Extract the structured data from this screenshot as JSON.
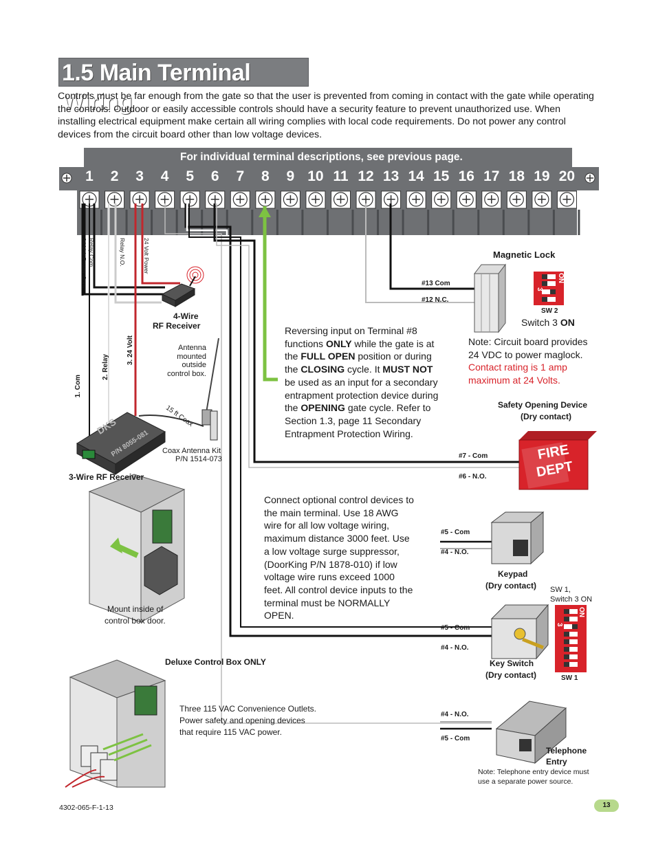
{
  "title": "1.5 Main Terminal Wiring",
  "intro": "Controls must be far enough from the gate so that the user is prevented from coming in contact with the gate while operating the controls. Outdoor or easily accessible controls should have a security feature to prevent unauthorized use. When installing electrical equipment make certain all wiring complies with local code requirements. Do not power any control devices from the circuit board other than low voltage devices.",
  "banner": "For individual terminal descriptions, see previous page.",
  "terminals": [
    "1",
    "2",
    "3",
    "4",
    "5",
    "6",
    "7",
    "8",
    "9",
    "10",
    "11",
    "12",
    "13",
    "14",
    "15",
    "16",
    "17",
    "18",
    "19",
    "20"
  ],
  "wire_labels": {
    "relay_com": "Relay Com",
    "power_com": "24 Volt Power Com",
    "relay_no": "Relay N.O.",
    "volt_power": "24 Volt Power"
  },
  "rf4": {
    "line1": "4-Wire",
    "line2": "RF Receiver"
  },
  "rf3": {
    "title": "3-Wire RF Receiver",
    "com": "1. Com",
    "relay": "2. Relay",
    "volt": "3. 24 Volt",
    "antenna": "Antenna mounted outside control box.",
    "coax": "15 ft Coax",
    "coax_kit1": "Coax Antenna Kit",
    "coax_kit2": "P/N 1514-073",
    "pn": "P/N 8055-081",
    "logo": "DKS",
    "mount1": "Mount inside of",
    "mount2": "control box door."
  },
  "reversing": [
    {
      "t": "Reversing input on Terminal #8 functions ",
      "b": false
    },
    {
      "t": "ONLY",
      "b": true
    },
    {
      "t": " while the gate is at the ",
      "b": false
    },
    {
      "t": "FULL OPEN",
      "b": true
    },
    {
      "t": " position or during the ",
      "b": false
    },
    {
      "t": "CLOSING",
      "b": true
    },
    {
      "t": " cycle. It ",
      "b": false
    },
    {
      "t": "MUST NOT",
      "b": true
    },
    {
      "t": " be used as an input for a secondary entrapment protection device during the ",
      "b": false
    },
    {
      "t": "OPENING",
      "b": true
    },
    {
      "t": " gate cycle. Refer to Section 1.3, page 11 Secondary Entrapment Protection Wiring.",
      "b": false
    }
  ],
  "maglock": {
    "title": "Magnetic Lock",
    "com": "#13 Com",
    "nc": "#12 N.C.",
    "sw": "SW 2",
    "switch_pre": "Switch 3 ",
    "switch_on": "ON",
    "note": "Note: Circuit board provides 24 VDC to power maglock.",
    "note_red": "Contact rating is 1 amp maximum at 24 Volts.",
    "on": "ON",
    "three": "3"
  },
  "safety": {
    "title1": "Safety Opening Device",
    "title2": "(Dry contact)",
    "com": "#7 - Com",
    "no": "#6 - N.O.",
    "fire1": "FIRE",
    "fire2": "DEPT"
  },
  "optional": "Connect optional control devices to the main terminal. Use 18 AWG wire for all low voltage wiring, maximum distance 3000 feet. Use a low voltage surge suppressor, (DoorKing P/N 1878-010) if low voltage wire runs exceed 1000 feet. All control device inputs to the terminal must be NORMALLY OPEN.",
  "keypad": {
    "com": "#5 - Com",
    "no": "#4 - N.O.",
    "title1": "Keypad",
    "title2": "(Dry contact)"
  },
  "sw1": {
    "note1": "SW 1,",
    "note2": "Switch 3 ON",
    "label": "SW 1",
    "on": "ON",
    "three": "3"
  },
  "keyswitch": {
    "com": "#5 - Com",
    "no": "#4 - N.O.",
    "title1": "Key Switch",
    "title2": "(Dry contact)"
  },
  "telephone": {
    "no": "#4 - N.O.",
    "com": "#5 - Com",
    "title1": "Telephone",
    "title2": "Entry",
    "note": "Note: Telephone entry device must use a separate power source."
  },
  "deluxe": {
    "title": "Deluxe Control Box ONLY",
    "desc": "Three 115 VAC Convenience Outlets. Power safety and opening devices that require 115 VAC power."
  },
  "footer": "4302-065-F-1-13",
  "page": "13",
  "colors": {
    "green_fill": "#e1efcc",
    "green_line": "#8fbf6a",
    "red": "#d8232a",
    "gray": "#6e7073"
  }
}
